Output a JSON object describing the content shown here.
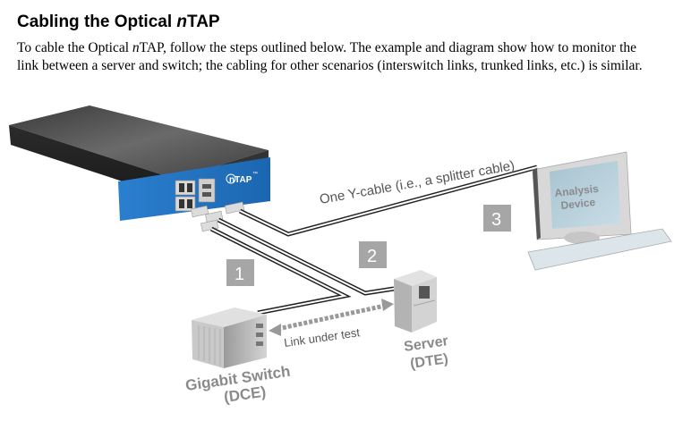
{
  "page": {
    "title_prefix": "Cabling the Optical ",
    "title_italic": "n",
    "title_suffix": "TAP",
    "intro_prefix": "To cable the Optical ",
    "intro_italic": "n",
    "intro_suffix": "TAP, follow the steps outlined below. The example and diagram show how to monitor the link between a server and switch; the cabling for other scenarios (interswitch links, trunked links, etc.) is similar."
  },
  "diagram": {
    "device_logo": "nTAP",
    "device_logo_tm": "™",
    "y_cable_label": "One Y-cable (i.e., a splitter cable)",
    "analysis_device_line1": "Analysis",
    "analysis_device_line2": "Device",
    "link_label": "Link under test",
    "switch_line1": "Gigabit Switch",
    "switch_line2": "(DCE)",
    "server_line1": "Server",
    "server_line2": "(DTE)",
    "steps": [
      "1",
      "2",
      "3"
    ]
  },
  "colors": {
    "ntap_blue": "#1f72c0",
    "step_box": "#a6a6a6",
    "chassis": "#4a4a4a"
  }
}
